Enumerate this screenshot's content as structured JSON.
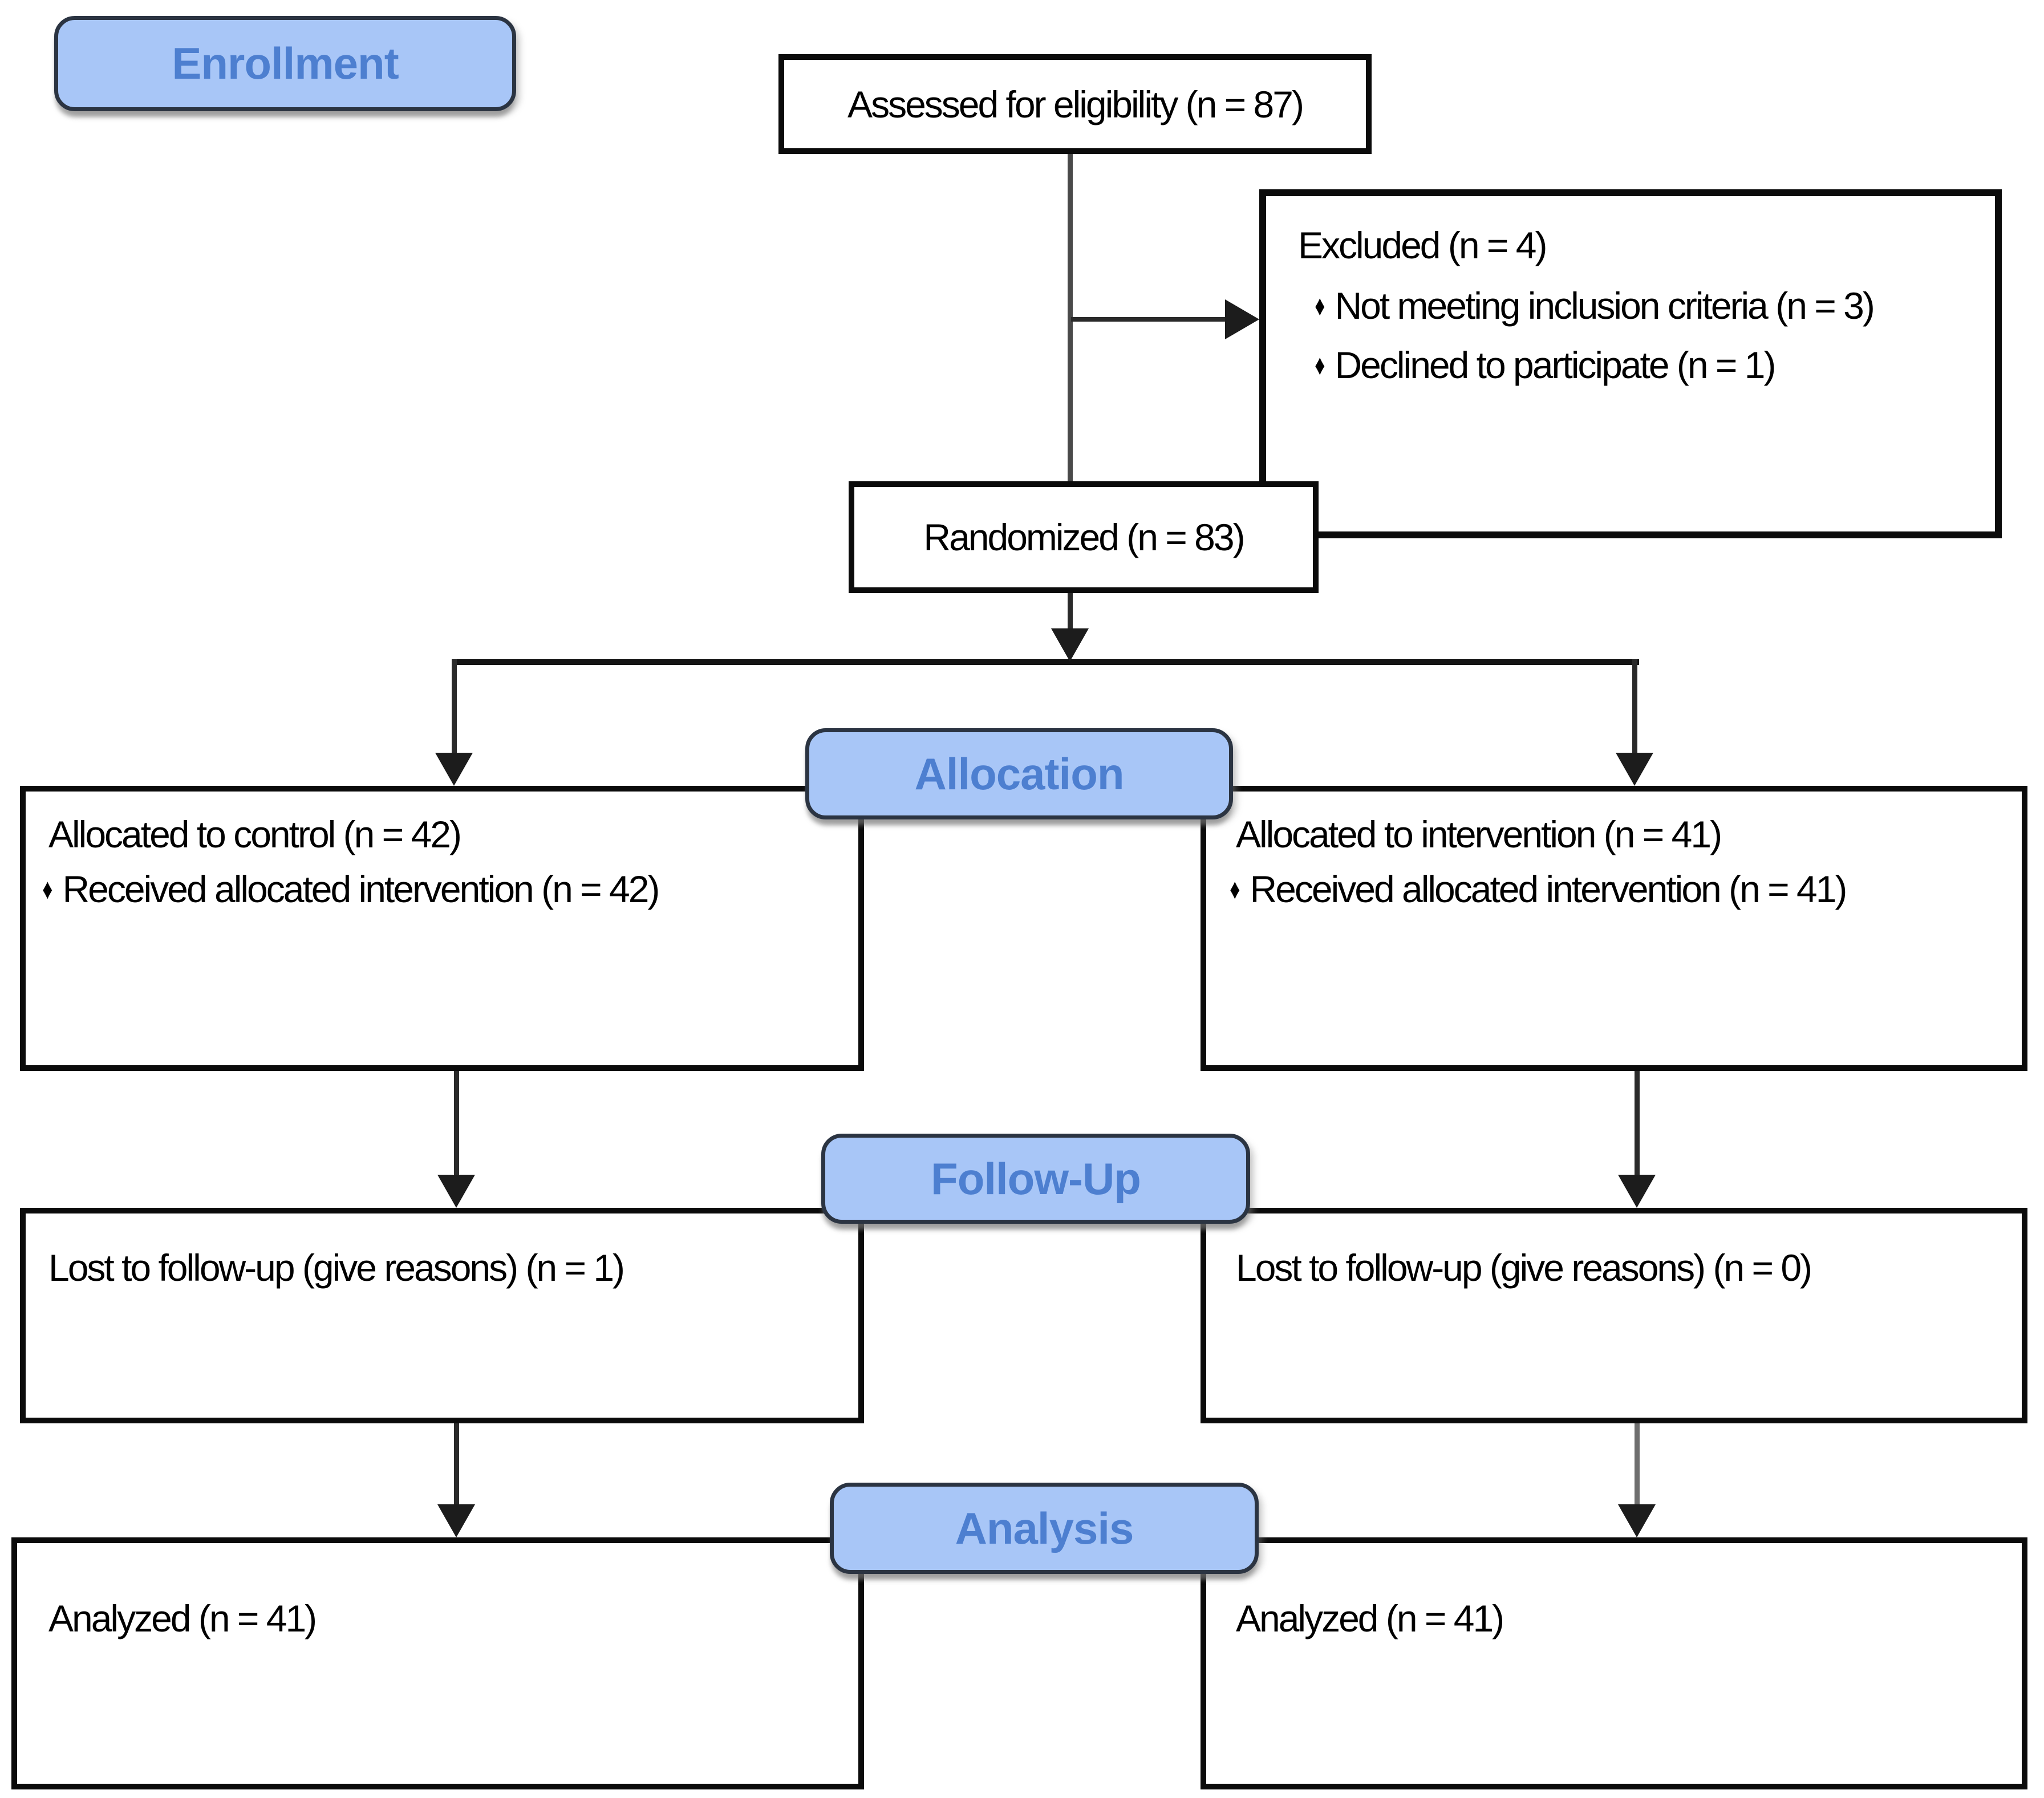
{
  "diagram": {
    "type": "consort-flow-diagram",
    "colors": {
      "stage_fill": "#a8c6f7",
      "stage_text": "#4d7fd0",
      "stage_border": "#2b3442",
      "node_border": "#0b0b0b",
      "line": "#2a2a2a",
      "background": "#ffffff"
    },
    "bullet_glyph": "♦",
    "stages": {
      "enrollment": "Enrollment",
      "allocation": "Allocation",
      "followup": "Follow-Up",
      "analysis": "Analysis"
    },
    "nodes": {
      "assessed": {
        "title": "Assessed for eligibility (n = 87)"
      },
      "excluded": {
        "title": "Excluded (n = 4)",
        "bullets": [
          "Not meeting inclusion criteria (n = 3)",
          "Declined to participate (n = 1)"
        ]
      },
      "randomized": {
        "title": "Randomized (n = 83)"
      },
      "allocated_control": {
        "title": "Allocated to control (n = 42)",
        "bullets": [
          "Received allocated intervention (n = 42)"
        ]
      },
      "allocated_intervention": {
        "title": "Allocated to intervention (n = 41)",
        "bullets": [
          "Received allocated intervention (n = 41)"
        ]
      },
      "lost_control": {
        "title": "Lost to follow-up (give reasons) (n = 1)"
      },
      "lost_intervention": {
        "title": "Lost to follow-up (give reasons) (n = 0)"
      },
      "analyzed_control": {
        "title": "Analyzed (n = 41)"
      },
      "analyzed_intervention": {
        "title": "Analyzed (n = 41)"
      }
    }
  }
}
